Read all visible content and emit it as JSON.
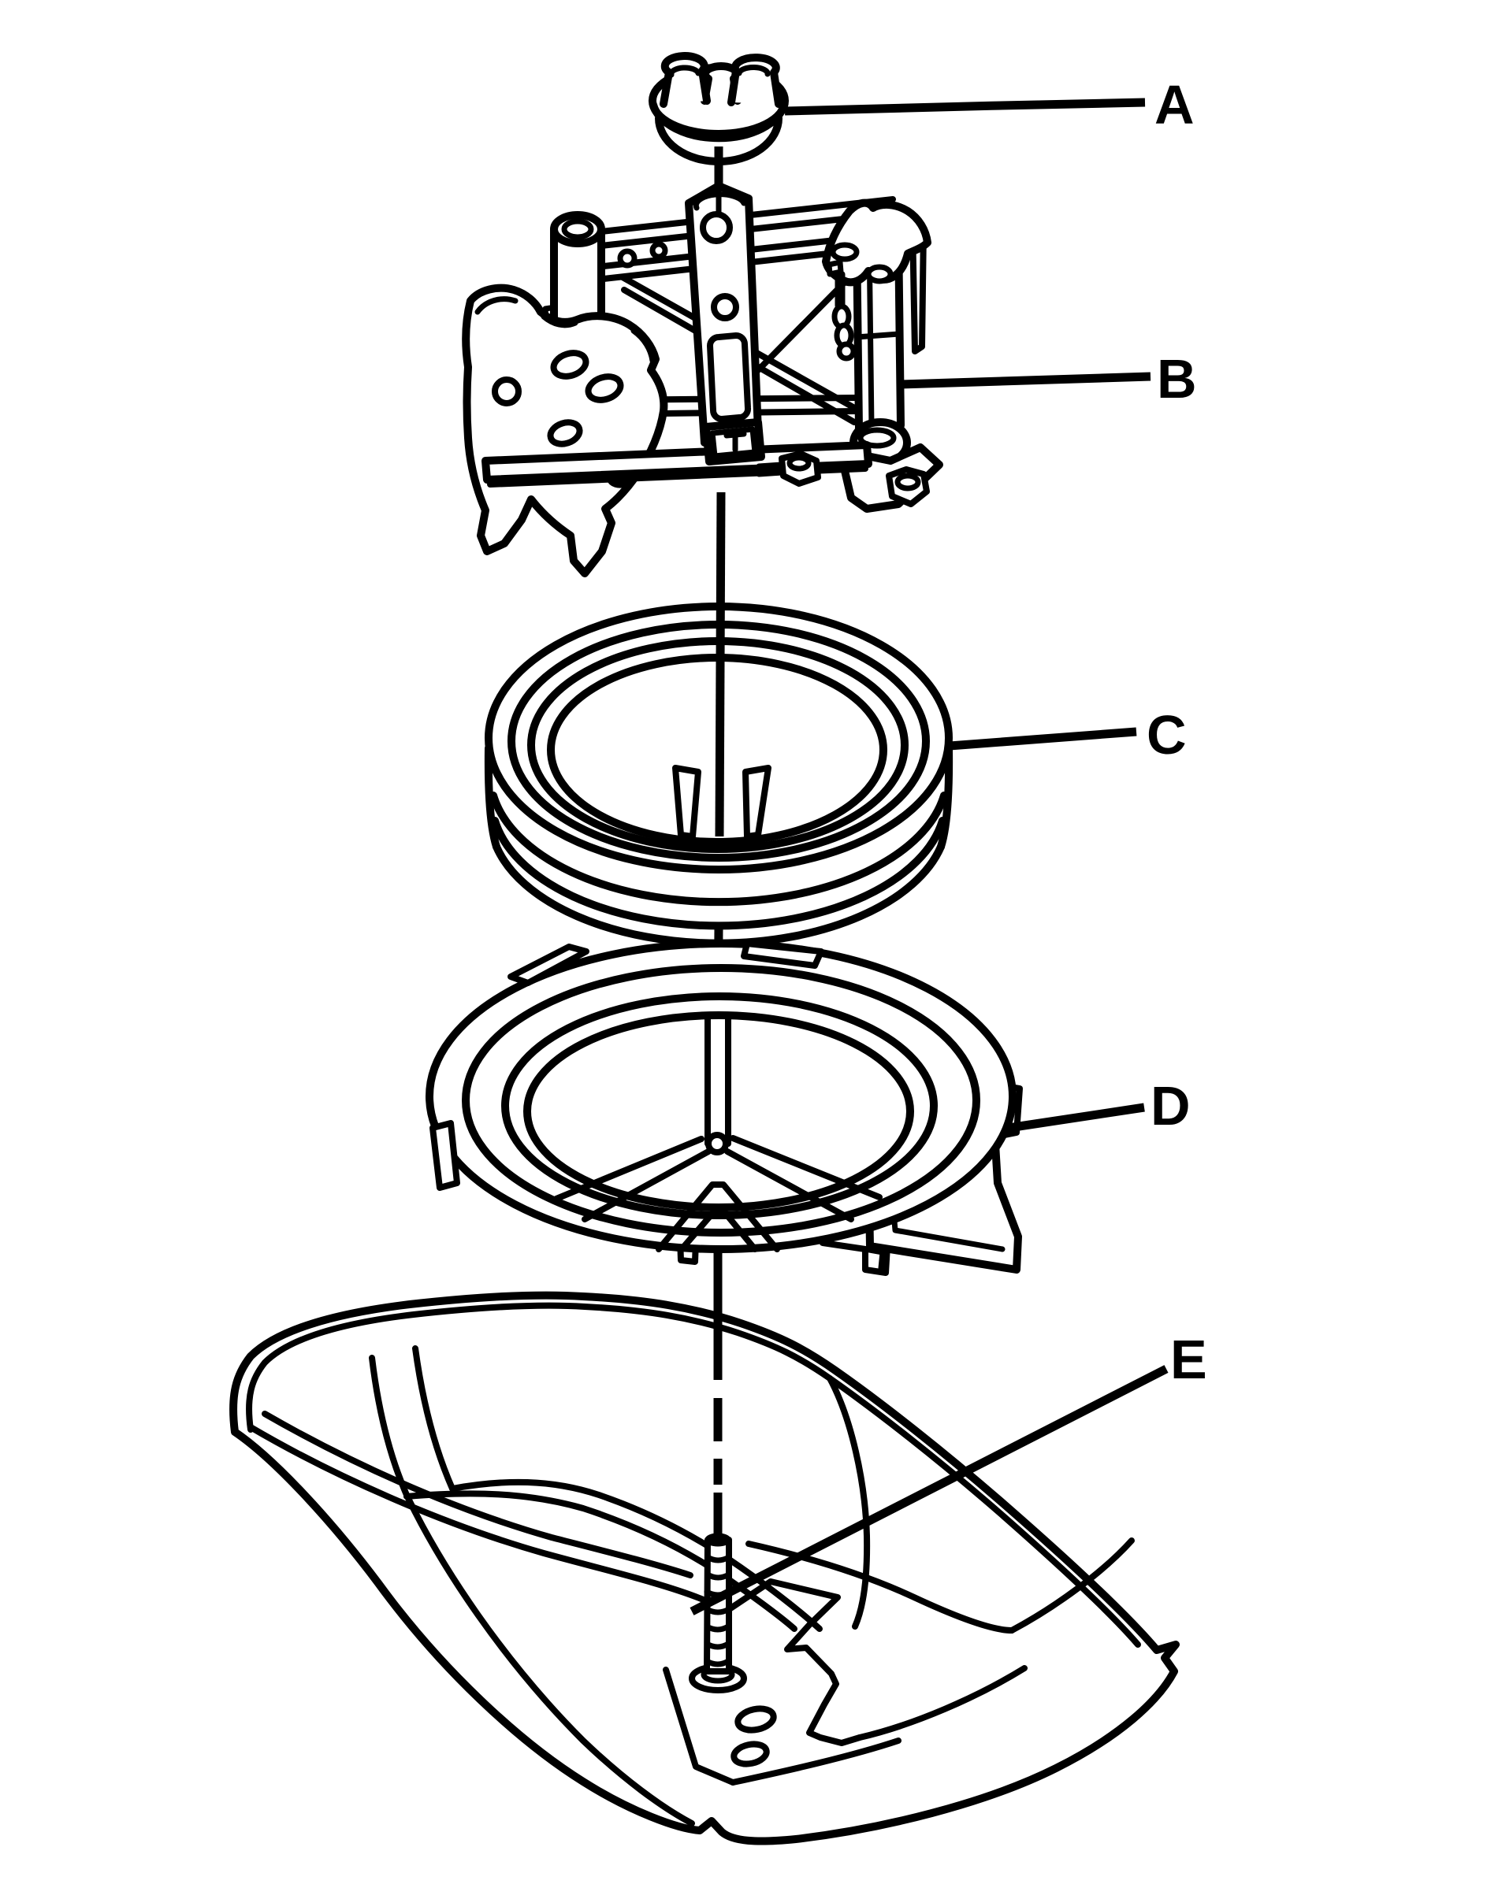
{
  "diagram": {
    "background_color": "#ffffff",
    "line_color": "#000000",
    "callouts": {
      "a": {
        "label": "A"
      },
      "b": {
        "label": "B"
      },
      "c": {
        "label": "C"
      },
      "d": {
        "label": "D"
      },
      "e": {
        "label": "E"
      }
    }
  }
}
